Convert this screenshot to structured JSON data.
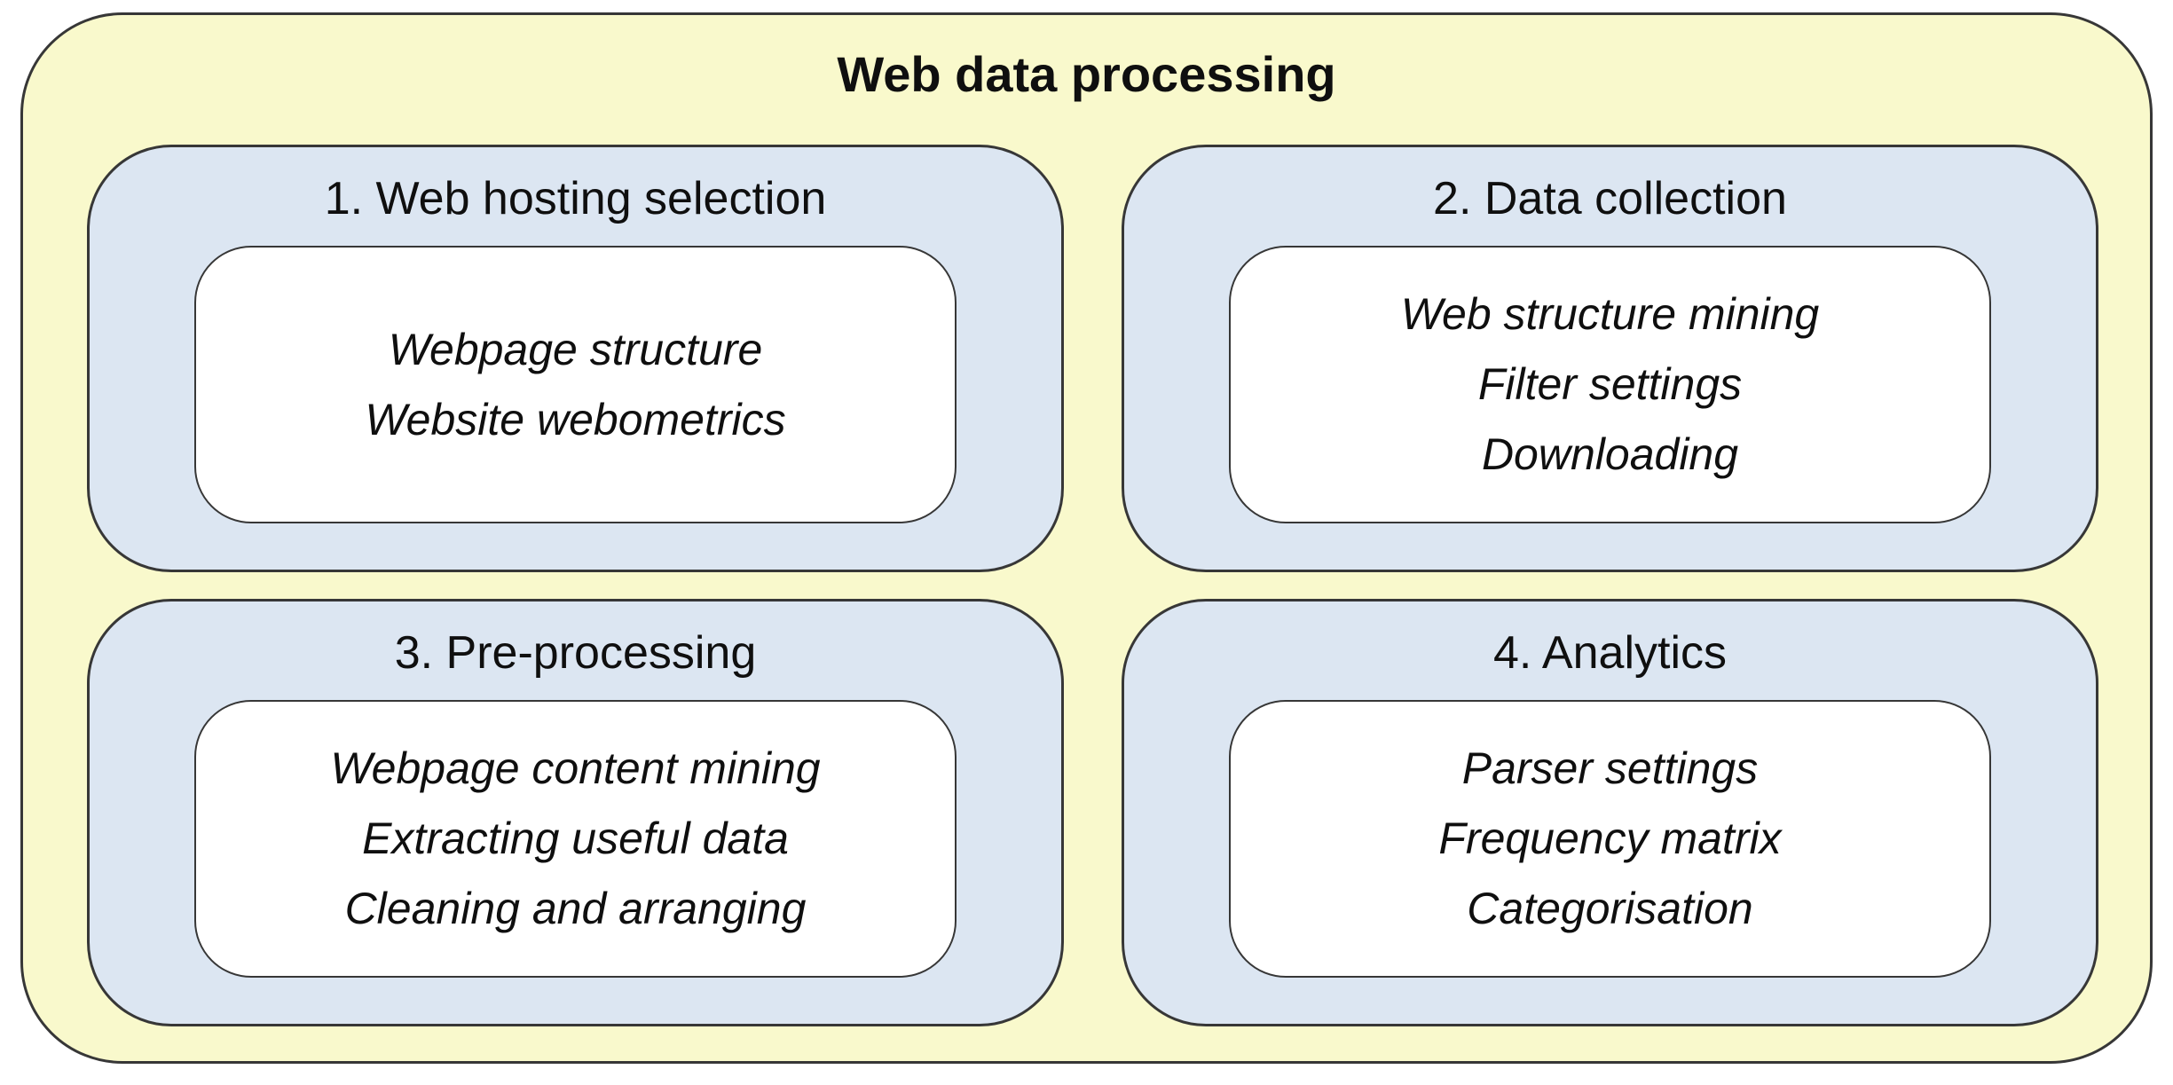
{
  "diagram": {
    "title": "Web data processing",
    "colors": {
      "outer_fill": "#f9f9cc",
      "stage_fill": "#dce6f2",
      "item_fill": "#ffffff",
      "border": "#373737",
      "text": "#0f0f0f"
    },
    "boxes": [
      {
        "title": "1. Web hosting selection",
        "items": [
          "Webpage structure",
          "Website webometrics"
        ]
      },
      {
        "title": "2. Data collection",
        "items": [
          "Web structure mining",
          "Filter settings",
          "Downloading"
        ]
      },
      {
        "title": "3. Pre-processing",
        "items": [
          "Webpage content mining",
          "Extracting useful data",
          "Cleaning and arranging"
        ]
      },
      {
        "title": "4. Analytics",
        "items": [
          "Parser settings",
          "Frequency matrix",
          "Categorisation"
        ]
      }
    ]
  }
}
